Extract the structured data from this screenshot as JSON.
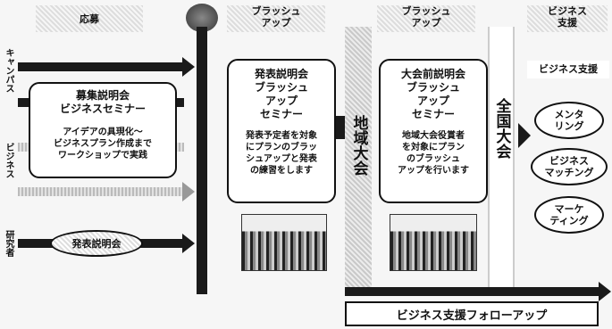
{
  "headers": {
    "col1": "応募",
    "col2": "ブラッシュ\nアップ",
    "col3": "ブラッシュ\nアップ",
    "col4": "ビジネス\n支援"
  },
  "row_labels": {
    "campus": "キャンパス",
    "business": "ビジネス",
    "research": "研究者"
  },
  "col1": {
    "box_title": "募集説明会\nビジネスセミナー",
    "box_body": "アイデアの具現化～\nビジネスプラン作成まで\nワークショップで実践",
    "oval": "発表説明会"
  },
  "col2": {
    "box_title": "発表説明会\nブラッシュ\nアップ\nセミナー",
    "box_body": "発表予定者を対象\nにプランのブラッ\nシュアップと発表\nの練習をします"
  },
  "regional": "地域大会",
  "col3": {
    "box_title": "大会前説明会\nブラッシュ\nアップ\nセミナー",
    "box_body": "地域大会役賞者\nを対象にプラン\nのブラッシュ\nアップを行います"
  },
  "national": "全国大会",
  "col4": {
    "support_label": "ビジネス支援",
    "ovals": [
      "メンタ\nリング",
      "ビジネス\nマッチング",
      "マーケ\nティング"
    ]
  },
  "follow_up": "ビジネス支援フォローアップ"
}
